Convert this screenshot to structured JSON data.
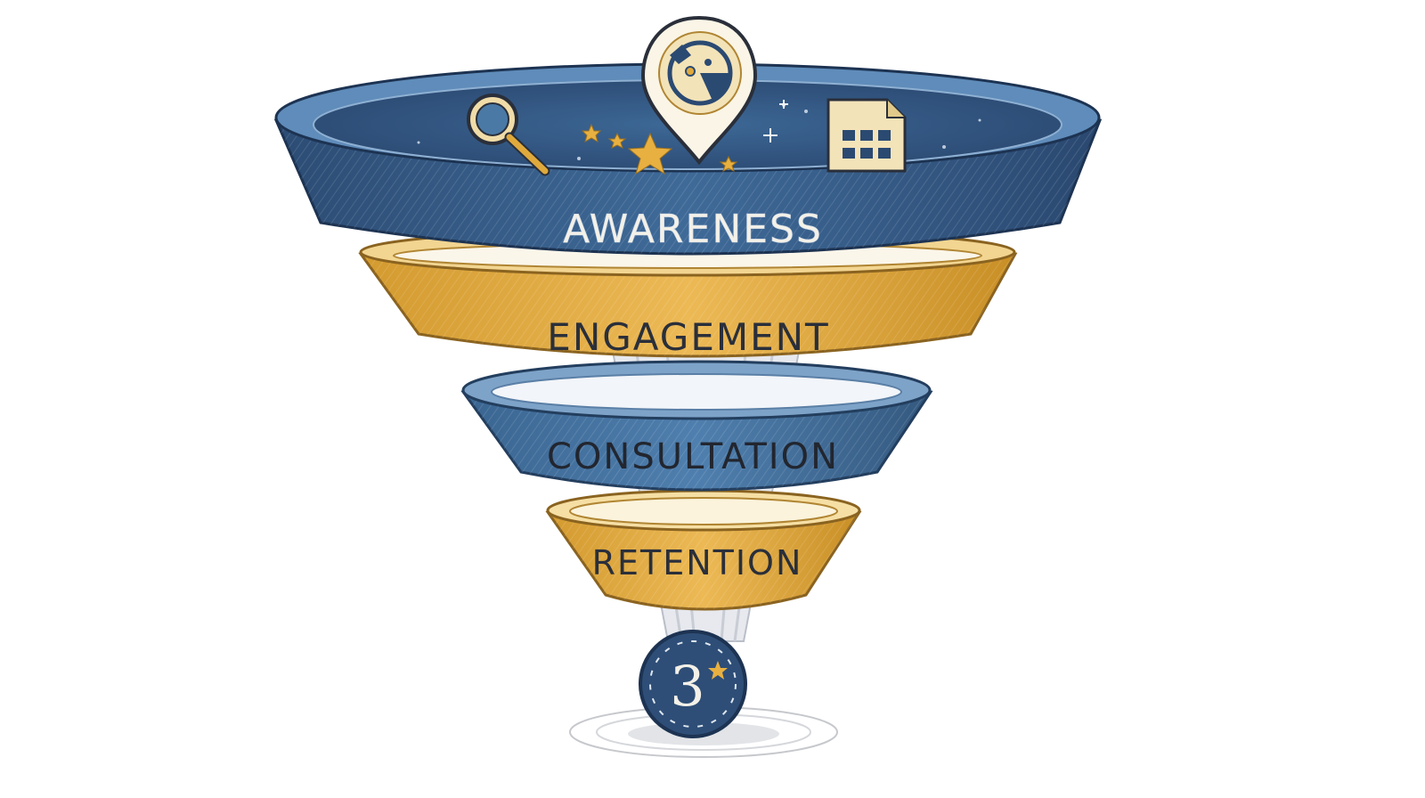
{
  "colors": {
    "blue": "#4a79a6",
    "blue_dark": "#2f557e",
    "navy": "#2b4a72",
    "gold": "#e0a93c",
    "gold_dark": "#b9821f",
    "cream": "#f3e3b8",
    "ink": "#2a2f3a",
    "awareness_text": "#f4f1e8"
  },
  "funnel": {
    "stages": [
      {
        "label": "AWARENESS",
        "color": "blue"
      },
      {
        "label": "ENGAGEMENT",
        "color": "gold"
      },
      {
        "label": "CONSULTATION",
        "color": "blue"
      },
      {
        "label": "RETENTION",
        "color": "gold"
      }
    ],
    "outlet_badge": {
      "number": "3",
      "icon": "star-icon"
    },
    "top_icons": [
      "magnifier-icon",
      "location-pin-chart-icon",
      "document-grid-icon",
      "star-icon"
    ]
  }
}
